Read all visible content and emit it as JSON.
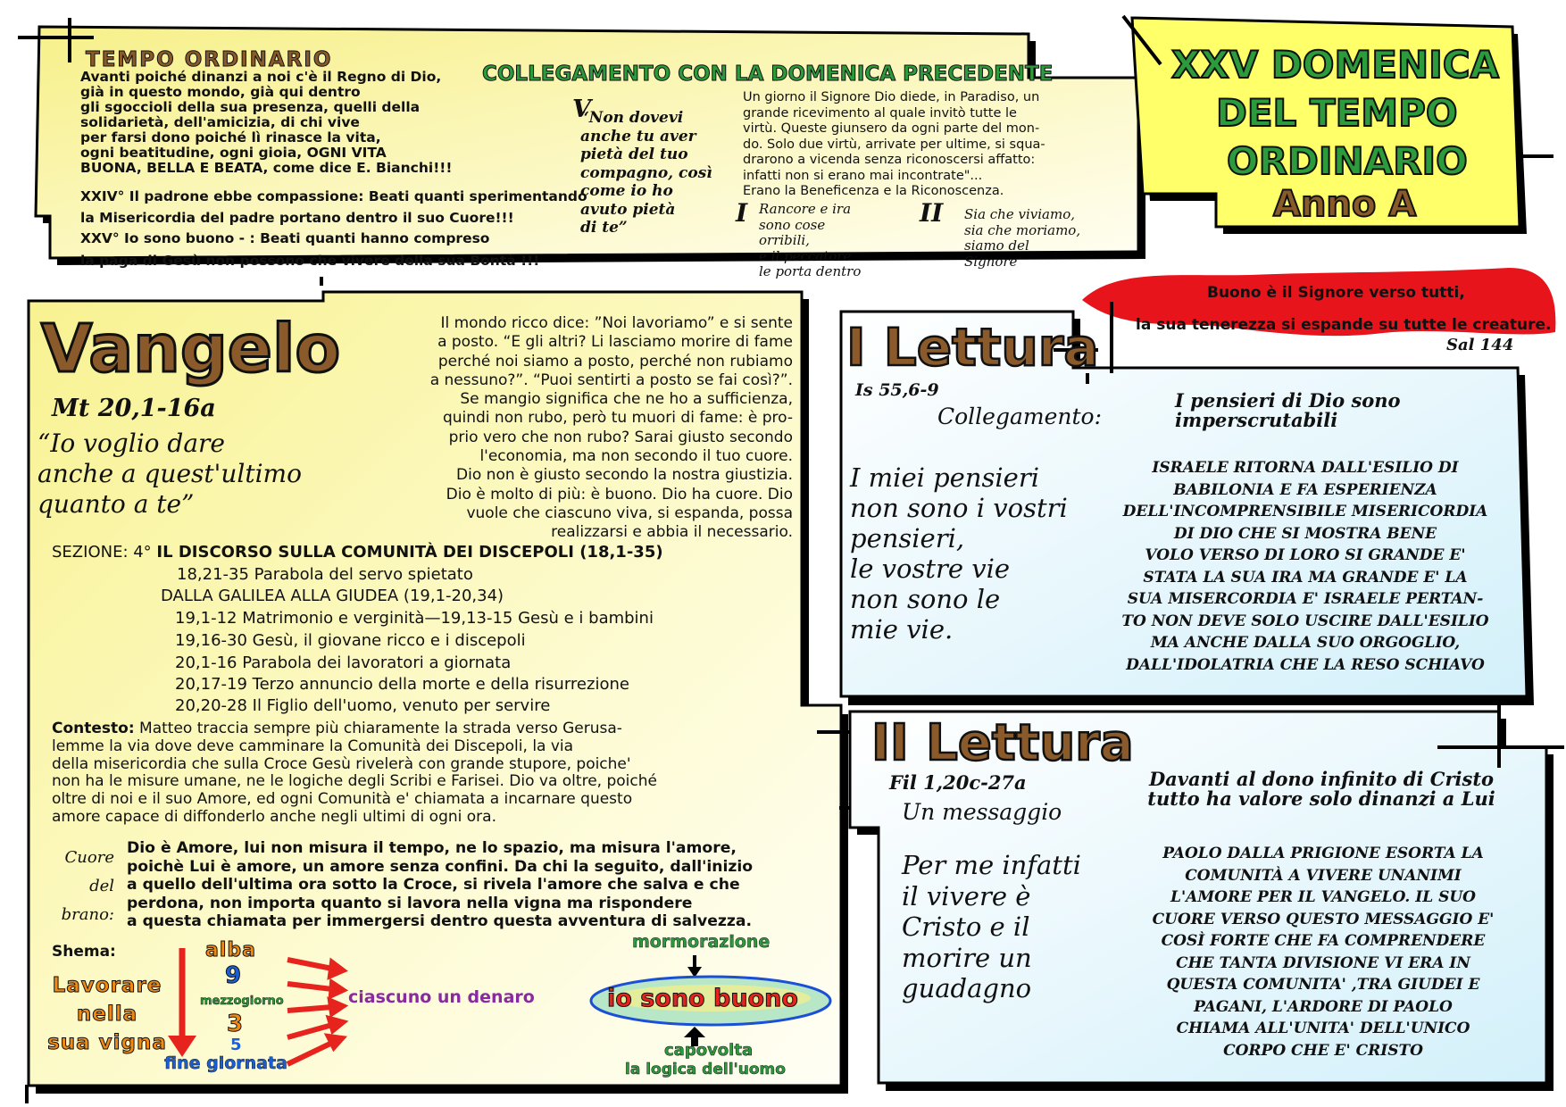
{
  "colors": {
    "yellow": "#f9f39a",
    "light_yellow": "#fdfbd4",
    "light_blue": "#e2f5fb",
    "green": "#2c9b3c",
    "brown": "#8a5a2a",
    "red": "#e6231d",
    "blue_arrow": "#1a5fd6",
    "orange": "#f08a12"
  },
  "header": {
    "tempo_title": "TEMPO ORDINARIO",
    "tempo_text": "Avanti poiché dinanzi a noi c'è il Regno di Dio,\ngià in questo mondo, già qui dentro\ngli sgoccioli della sua presenza, quelli  della\nsolidarietà, dell'amicizia, di chi vive\nper farsi dono poiché lì rinasce la vita,\nogni beatitudine, ogni gioia, OGNI VITA\nBUONA, BELLA E BEATA, come dice E. Bianchi!!!",
    "xxiv_line": "XXIV° Il padrone ebbe compassione: Beati quanti sperimentando",
    "xxiv_line2": "la Misericordia del padre portano dentro il  suo Cuore!!!",
    "xxv_line": "XXV° Io sono buono - : Beati quanti hanno compreso",
    "xxv_line2": "la paga di Gesù non possono che vivere della sua Bontà !!!",
    "collegamento_title": "COLLEGAMENTO CON LA DOMENICA PRECEDENTE",
    "v_label": "V",
    "v_quote": "“Non dovevi\nanche tu aver\npietà del tuo\ncompagno, così\ncome io ho\navuto pietà\ndi te”",
    "story_text": "Un giorno il Signore Dio diede, in Paradiso, un\ngrande ricevimento al quale invitò tutte le\nvirtù. Queste giunsero da ogni parte del mon-\ndo. Solo due virtù, arrivate per ultime, si squa-\ndrarono a vicenda senza riconoscersi affatto:\ninfatti non si erano mai incontrate\"...\nErano la Beneficenza e la Riconoscenza.",
    "i_label": "I",
    "i_text": "Rancore e ira\n  sono cose\norribili,\n e il peccatore\n le porta dentro",
    "ii_label": "II",
    "ii_text": "Sia che viviamo,\nsia che moriamo,\nsiamo del\nSignore"
  },
  "title_box": {
    "line1": "XXV DOMENICA",
    "line2": "DEL TEMPO",
    "line3": "ORDINARIO",
    "line4": "Anno A"
  },
  "salmo": {
    "line1": "Buono è il Signore verso tutti,",
    "line2": "la sua tenerezza si espande su tutte le creature.",
    "ref": "Sal 144"
  },
  "vangelo": {
    "title": "Vangelo",
    "ref": "Mt 20,1-16a",
    "quote": "“Io voglio dare\nanche a quest'ultimo\n quanto a te”",
    "comment": "Il mondo ricco dice: ”Noi lavoriamo” e si sente\na posto. “E gli altri? Li lasciamo morire di fame\nperché noi siamo a posto, perché non rubiamo\na nessuno?”. “Puoi sentirti a posto se fai così?”.\nSe mangio significa che ne ho a sufficienza,\nquindi non rubo, però tu muori di fame: è pro-\nprio vero che non rubo? Sarai giusto secondo\nl'economia, ma non secondo il tuo cuore.\nDio non è giusto secondo la nostra giustizia.\nDio è molto di più: è buono. Dio ha cuore. Dio\nvuole che ciascuno viva, si espanda, possa\nrealizzarsi e abbia il necessario.",
    "sezione_label": "SEZIONE: 4°",
    "sezione_title": "IL DISCORSO SULLA COMUNITÀ DEI DISCEPOLI (18,1-35)",
    "items": [
      "18,21-35 Parabola del servo spietato",
      "DALLA GALILEA ALLA GIUDEA (19,1-20,34)",
      "19,1-12 Matrimonio e verginità—19,13-15 Gesù e i bambini",
      "19,16-30 Gesù, il giovane ricco e i discepoli",
      "20,1-16 Parabola dei lavoratori a giornata",
      "20,17-19 Terzo annuncio della morte e della risurrezione",
      "20,20-28 Il Figlio dell'uomo, venuto per servire"
    ],
    "contesto_label": "Contesto:",
    "contesto_text": " Matteo traccia sempre più chiaramente la strada verso Gerusa-\nlemme la via dove deve camminare la Comunità dei Discepoli, la via\ndella misericordia che sulla Croce Gesù rivelerà con grande stupore, poiche'\nnon ha le misure umane, ne le logiche degli Scribi e Farisei. Dio va oltre, poiché\noltre di noi e il suo Amore, ed ogni Comunità e' chiamata a incarnare questo\namore capace di diffonderlo anche negli ultimi di ogni ora.",
    "cuore_label": "Cuore del\nbrano:",
    "cuore_text": "Dio è Amore, lui non misura il tempo, ne lo spazio, ma misura l'amore,\npoichè Lui è amore, un amore senza confini. Da chi la seguito, dall'inizio\na quello dell'ultima ora sotto la Croce, si rivela l'amore che salva e che\nperdona, non importa quanto si lavora nella vigna ma rispondere\na questa chiamata per immergersi dentro questa avventura di salvezza.",
    "shema_label": "Shema:",
    "lavorare": "Lavorare\nnella\nsua vigna",
    "alba": "alba",
    "n9": "9",
    "mezzogiorno": "mezzogiorno",
    "n3": "3",
    "n5": "5",
    "fine": "fine giornata",
    "denaro": "ciascuno un denaro",
    "mormorazione": "mormorazione",
    "buono": "io sono buono",
    "capovolta": "capovolta",
    "logica": "la logica dell'uomo"
  },
  "lettura1": {
    "title": "I Lettura",
    "ref": "Is 55,6-9",
    "collegamento_label": "Collegamento:",
    "collegamento_text": "I pensieri di Dio sono\nimperscrutabili",
    "quote": "I miei pensieri\nnon sono i vostri\n pensieri,\nle vostre vie\nnon sono le\nmie vie.",
    "comment": "ISRAELE RITORNA DALL'ESILIO DI\nBABILONIA E FA ESPERIENZA\nDELL'INCOMPRENSIBILE MISERICORDIA\nDI DIO CHE SI MOSTRA BENE\nVOLO VERSO DI LORO SI GRANDE E'\nSTATA LA SUA IRA MA GRANDE E' LA\nSUA MISERCORDIA E' ISRAELE PERTAN-\nTO NON DEVE SOLO USCIRE DALL'ESILIO\nMA ANCHE DALLA SUO ORGOGLIO,\nDALL'IDOLATRIA CHE LA RESO SCHIAVO"
  },
  "lettura2": {
    "title": "II Lettura",
    "ref": "Fil 1,20c-27a",
    "sub": "Un messaggio",
    "collegamento_text": "Davanti al dono infinito di Cristo\ntutto ha valore solo dinanzi a Lui",
    "quote": "Per me infatti\nil vivere è\nCristo e il\nmorire un\nguadagno",
    "comment": "PAOLO DALLA PRIGIONE ESORTA LA\nCOMUNITÀ A VIVERE UNANIMI\nL'AMORE PER IL VANGELO. IL SUO\nCUORE VERSO QUESTO MESSAGGIO E'\nCOSÌ FORTE CHE FA COMPRENDERE\nCHE TANTA DIVISIONE  VI ERA IN\nQUESTA COMUNITA' ,TRA GIUDEI E\nPAGANI, L'ARDORE DI PAOLO\nCHIAMA ALL'UNITA' DELL'UNICO\nCORPO CHE E' CRISTO"
  }
}
